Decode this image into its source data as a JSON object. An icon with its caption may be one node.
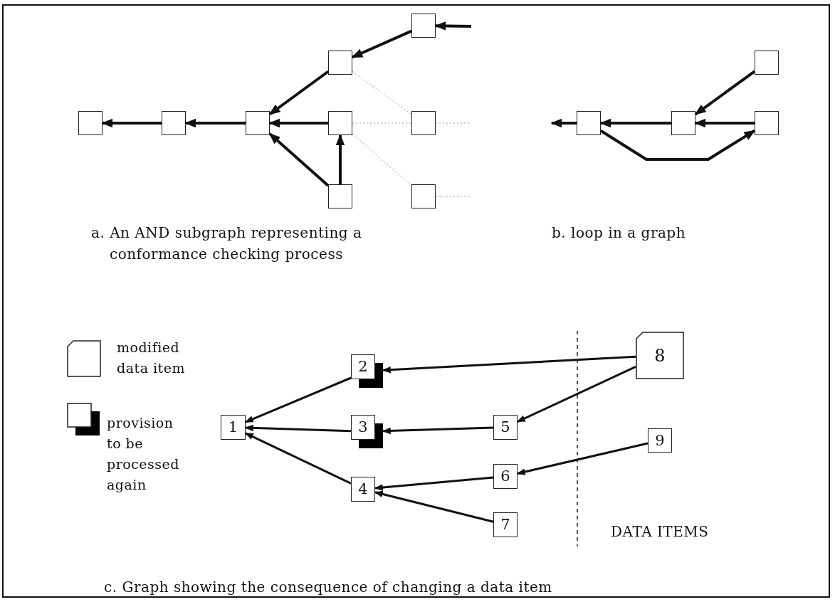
{
  "diagram": {
    "nodes": [
      {
        "text": [],
        "shape": "box"
      },
      {
        "text": [],
        "shape": "box"
      },
      {
        "text": [],
        "shape": "box"
      },
      {
        "text": [],
        "shape": "box"
      },
      {
        "text": [],
        "shape": "box"
      },
      {
        "text": [],
        "shape": "box"
      },
      {
        "text": [],
        "shape": "box"
      },
      {
        "text": [],
        "shape": "box"
      },
      {
        "text": [],
        "shape": "box"
      },
      {
        "text": [],
        "shape": "box"
      },
      {
        "text": [],
        "shape": "box"
      },
      {
        "text": [],
        "shape": "box"
      },
      {
        "text": [],
        "shape": "box"
      },
      {
        "text": [
          "1"
        ]
      },
      {
        "text": [
          "2"
        ]
      },
      {
        "text": [
          "3"
        ]
      },
      {
        "text": [
          "4"
        ]
      },
      {
        "text": [
          "5"
        ]
      },
      {
        "text": [
          "6"
        ]
      },
      {
        "text": [
          "7"
        ]
      },
      {
        "text": [
          "8"
        ]
      },
      {
        "text": [
          "9"
        ]
      }
    ],
    "edges": [
      {
        "from": 1,
        "to": 0,
        "arrow": "to"
      },
      {
        "from": 2,
        "to": 1,
        "arrow": "to"
      },
      {
        "from": 5,
        "to": 2,
        "arrow": "to"
      },
      {
        "from": 4,
        "to": 2,
        "arrow": "to"
      },
      {
        "from": 7,
        "to": 2,
        "arrow": "to"
      },
      {
        "from": 7,
        "to": 5,
        "arrow": "to"
      },
      {
        "from": 3,
        "to": 4,
        "arrow": "to"
      },
      {
        "from": null,
        "to": 3,
        "arrow": "to"
      },
      {
        "from": 4,
        "to": 6,
        "arrow": "none",
        "style": "dashed",
        "color": "#999999"
      },
      {
        "from": 5,
        "to": 6,
        "arrow": "none",
        "style": "dashed",
        "color": "#999999"
      },
      {
        "from": 6,
        "to": null,
        "arrow": "none",
        "style": "dashed",
        "color": "#999999"
      },
      {
        "from": 5,
        "to": 8,
        "arrow": "none",
        "style": "dashed",
        "color": "#999999"
      },
      {
        "from": 8,
        "to": null,
        "arrow": "none",
        "style": "dashed",
        "color": "#999999"
      },
      {
        "from": 10,
        "to": null,
        "arrow": "to"
      },
      {
        "from": 11,
        "to": 10,
        "arrow": "to"
      },
      {
        "from": 12,
        "to": 11,
        "arrow": "to"
      },
      {
        "from": 9,
        "to": 11,
        "arrow": "to"
      },
      {
        "from": 10,
        "to": 12,
        "arrow": "to"
      },
      {
        "from": 14,
        "to": 13,
        "arrow": "to"
      },
      {
        "from": 15,
        "to": 13,
        "arrow": "to"
      },
      {
        "from": 16,
        "to": 13,
        "arrow": "to"
      },
      {
        "from": 20,
        "to": 14,
        "arrow": "to"
      },
      {
        "from": 17,
        "to": 15,
        "arrow": "to"
      },
      {
        "from": 20,
        "to": 17,
        "arrow": "to"
      },
      {
        "from": 18,
        "to": 16,
        "arrow": "to"
      },
      {
        "from": 19,
        "to": 16,
        "arrow": "to"
      },
      {
        "from": 21,
        "to": 18,
        "arrow": "to"
      }
    ],
    "labels": [
      "a. An AND subgraph representing a conformance checking process",
      "b. loop in a graph",
      "DATA ITEMS",
      "c. Graph showing the consequence of changing a data item"
    ],
    "legend": [
      {
        "text": "modified data item"
      },
      {
        "text": "provision to be processed again"
      }
    ]
  }
}
